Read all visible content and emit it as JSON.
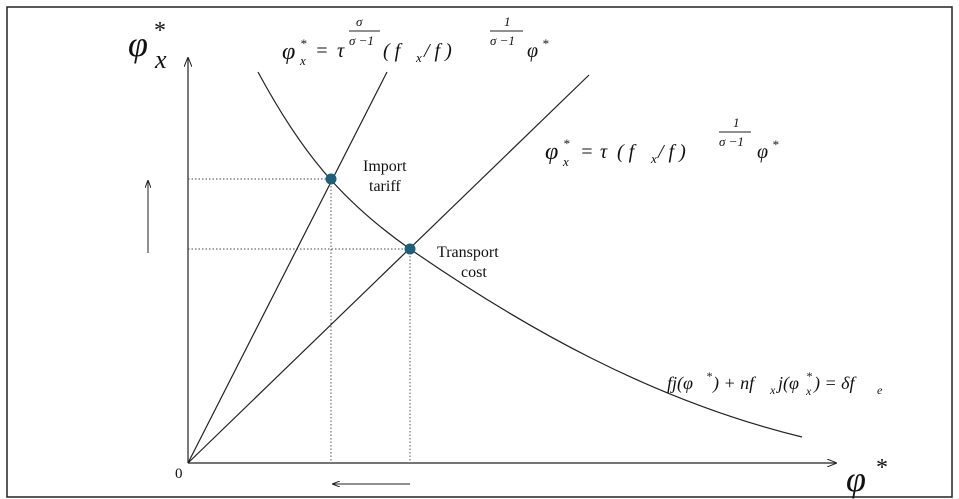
{
  "axes": {
    "origin": "0",
    "x_symbol": "φ",
    "y_symbol": "φ",
    "y_subscript": "x",
    "star": "*"
  },
  "labels": {
    "import_tariff_line1": "Import",
    "import_tariff_line2": "tariff",
    "transport_cost_line1": "Transport",
    "transport_cost_line2": "cost"
  },
  "equations": {
    "steep": {
      "lhs": "φ",
      "lhs_sub": "x",
      "lhs_sup": "*",
      "eq": "=",
      "tau": "τ",
      "exp1_num": "σ",
      "exp1_den": "σ −1",
      "mid": "( f",
      "mid_sub": "x",
      "mid2": " / f )",
      "exp2_num": "1",
      "exp2_den": "σ −1",
      "rhs": "φ",
      "rhs_sup": "*"
    },
    "shallow": {
      "lhs": "φ",
      "lhs_sub": "x",
      "lhs_sup": "*",
      "eq": "=",
      "tau": "τ",
      "mid": "( f",
      "mid_sub": "x",
      "mid2": " / f )",
      "exp_num": "1",
      "exp_den": "σ −1",
      "rhs": "φ",
      "rhs_sup": "*"
    },
    "zcp": {
      "part1": "fj(φ",
      "part1_sup": "*",
      "part2": ") + nf",
      "part2_sub": "x",
      "part3": "j(φ",
      "part3_sup": "*",
      "part3_sub": "x",
      "part4": ") = δf",
      "part4_sub": "e"
    }
  },
  "colors": {
    "point": "#1f5f7a",
    "line": "#222222",
    "frame": "#222222"
  }
}
